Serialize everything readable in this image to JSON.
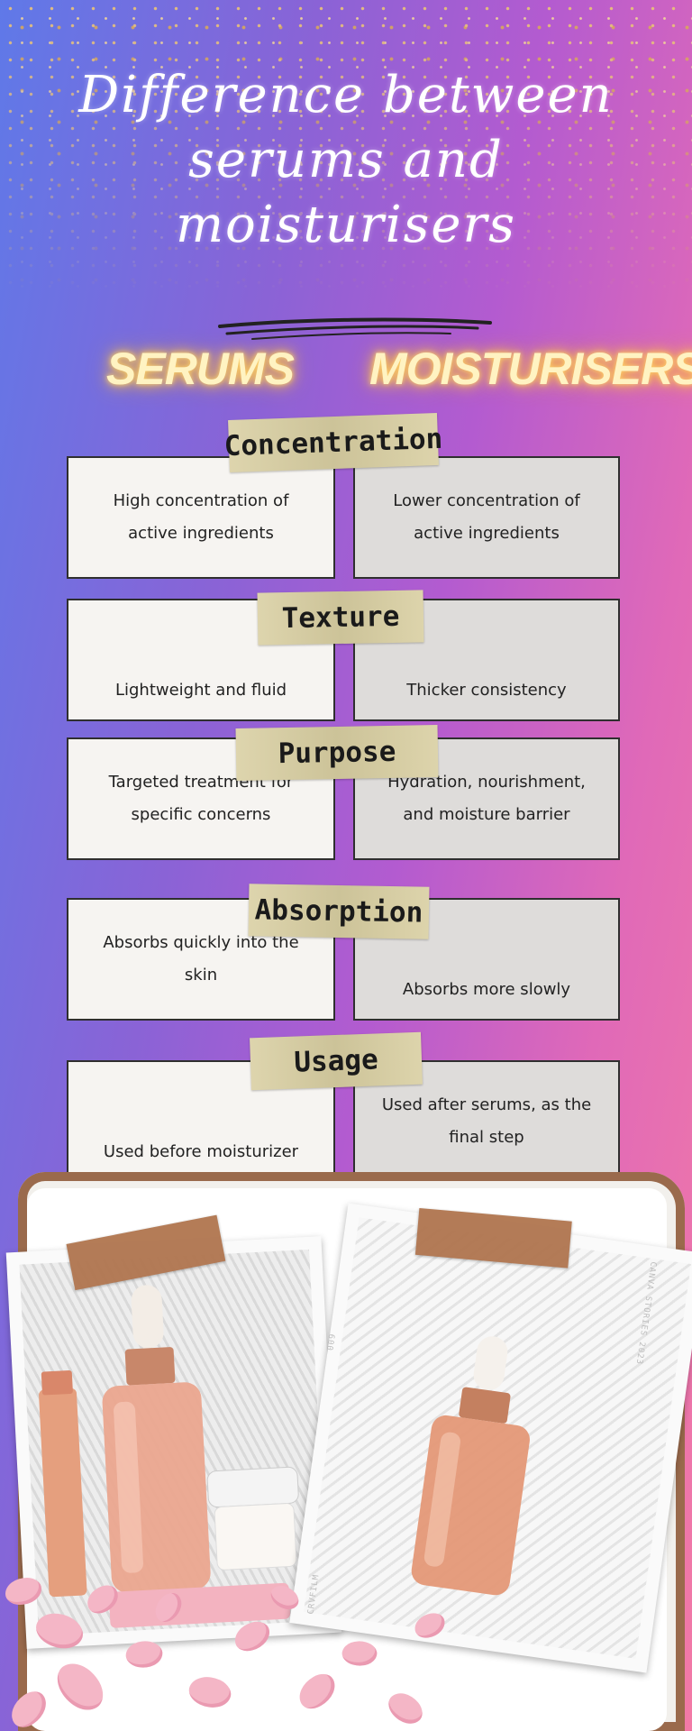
{
  "title": {
    "line1": "Difference between",
    "line2": "serums and",
    "line3": "moisturisers"
  },
  "columns": {
    "left": "SERUMS",
    "right": "MOISTURISERS"
  },
  "sections": [
    {
      "label": "Concentration",
      "left": "High concentration of active ingredients",
      "right": "Lower concentration of active ingredients"
    },
    {
      "label": "Texture",
      "left": "Lightweight and fluid",
      "right": "Thicker consistency"
    },
    {
      "label": "Purpose",
      "left": "Targeted treatment for specific concerns",
      "right": "Hydration, nourishment, and moisture barrier"
    },
    {
      "label": "Absorption",
      "left": "Absorbs quickly into the skin",
      "right": "Absorbs more slowly"
    },
    {
      "label": "Usage",
      "left": "Used before moisturizer",
      "right": "Used after serums, as the final step"
    }
  ],
  "photo_watermarks": [
    "CANVA STORIES 2023",
    "009",
    "CRVFILM"
  ],
  "colors": {
    "gradient_left": "#5f79e8",
    "gradient_right": "#f27aa6",
    "tape": "#d9cfa2",
    "photo_tape": "#b0754f",
    "glow": "#ffd66b"
  }
}
